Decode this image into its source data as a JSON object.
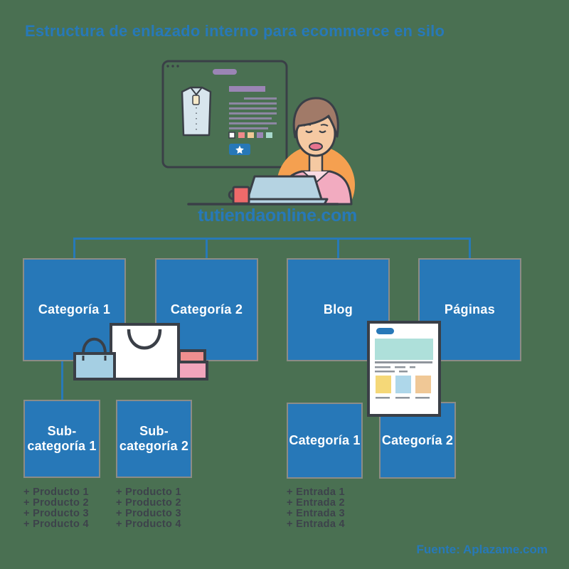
{
  "title": "Estructura de enlazado interno para ecommerce en silo",
  "website": {
    "domain": "tutiendaonline.com"
  },
  "source": "Fuente: Aplazame.com",
  "colors": {
    "background": "#4A7052",
    "primary_blue": "#2778B8",
    "text_blue": "#2779B8",
    "box_border": "#8C8C86",
    "dark_text": "#3D424B",
    "outline_dark": "#3A3F47",
    "accent_orange": "#F5A050",
    "accent_pink": "#F2ABC0"
  },
  "icons": {
    "browser_window": "storefront product page",
    "shirt": "product shirt drawing",
    "buy_button_star": "aplazame star logo",
    "person": "person working on laptop",
    "shopping_bags": "shopping bags and gift boxes",
    "blog_page": "blog article page"
  },
  "tree": {
    "level1": [
      {
        "label": "Categoría 1"
      },
      {
        "label": "Categoría 2"
      },
      {
        "label": "Blog"
      },
      {
        "label": "Páginas"
      }
    ],
    "level2": [
      {
        "line1": "Sub-",
        "line2": "categoría 1"
      },
      {
        "line1": "Sub-",
        "line2": "categoría 2"
      },
      {
        "label": "Categoría 1"
      },
      {
        "label": "Categoría 2"
      }
    ],
    "product_list_1": [
      "+ Producto 1",
      "+ Producto 2",
      "+ Producto 3",
      "+ Producto 4"
    ],
    "product_list_2": [
      "+ Producto 1",
      "+ Producto 2",
      "+ Producto 3",
      "+ Producto 4"
    ],
    "entry_list": [
      "+ Entrada 1",
      "+ Entrada 2",
      "+ Entrada 3",
      "+ Entrada 4"
    ]
  }
}
